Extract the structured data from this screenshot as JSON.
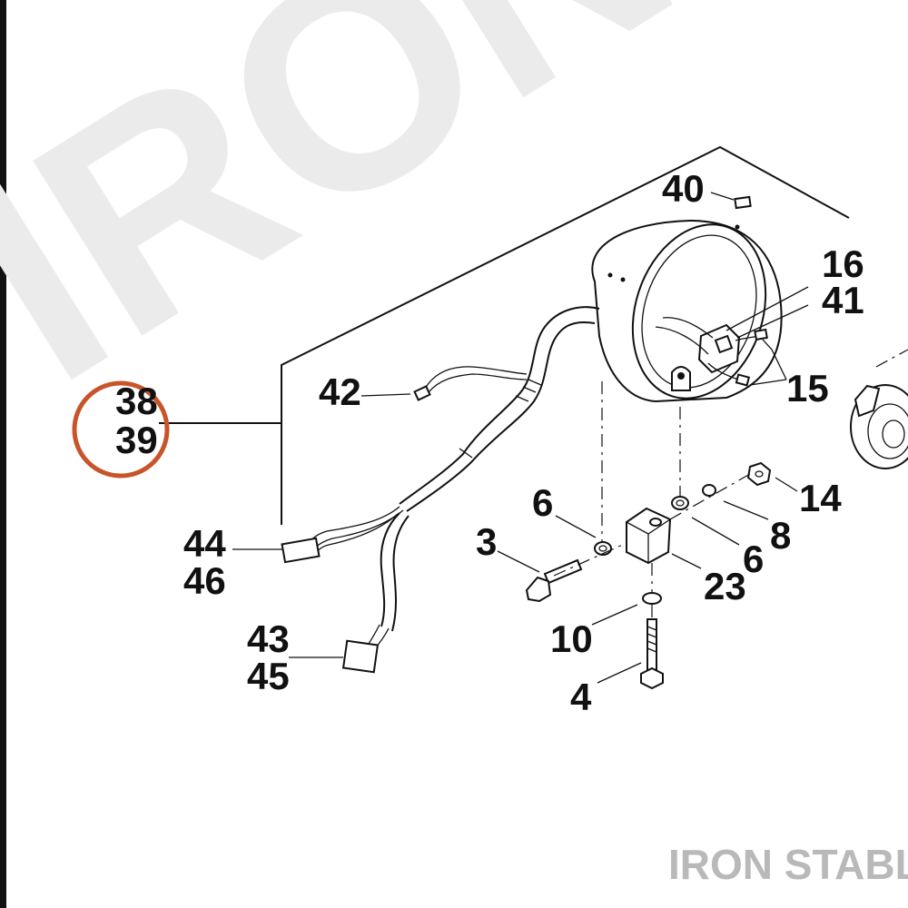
{
  "watermark": {
    "text": "IRON",
    "brand": "IRON STABLE"
  },
  "callouts": {
    "c38": "38",
    "c39": "39",
    "c40": "40",
    "c16": "16",
    "c41": "41",
    "c42": "42",
    "c15": "15",
    "c6a": "6",
    "c6b": "6",
    "c14": "14",
    "c8": "8",
    "c3": "3",
    "c23": "23",
    "c44": "44",
    "c46": "46",
    "c10": "10",
    "c43": "43",
    "c45": "45",
    "c4": "4"
  },
  "colors": {
    "highlight_ring": "#c8542a",
    "watermark": "#ebebeb",
    "brand": "#b9b9b9",
    "ink": "#111111"
  }
}
